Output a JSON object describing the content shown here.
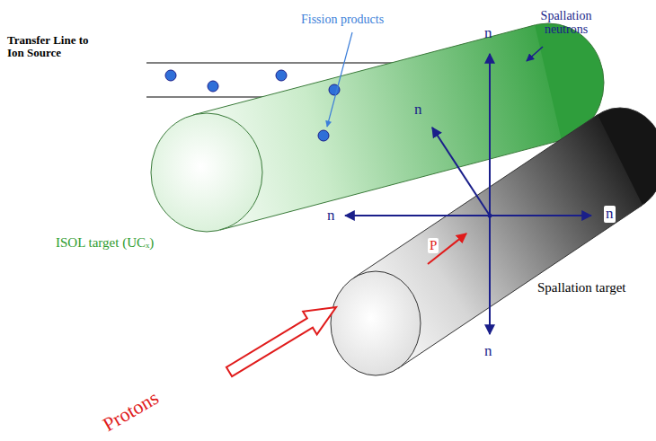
{
  "diagram": {
    "labels": [
      "Transfer Line to Ion Source",
      "Fission products",
      "Spallation neutrons",
      "n",
      "n",
      "n",
      "n",
      "n",
      "P",
      "ISOL target (UCₓ)",
      "Spallation target",
      "Protons"
    ]
  }
}
